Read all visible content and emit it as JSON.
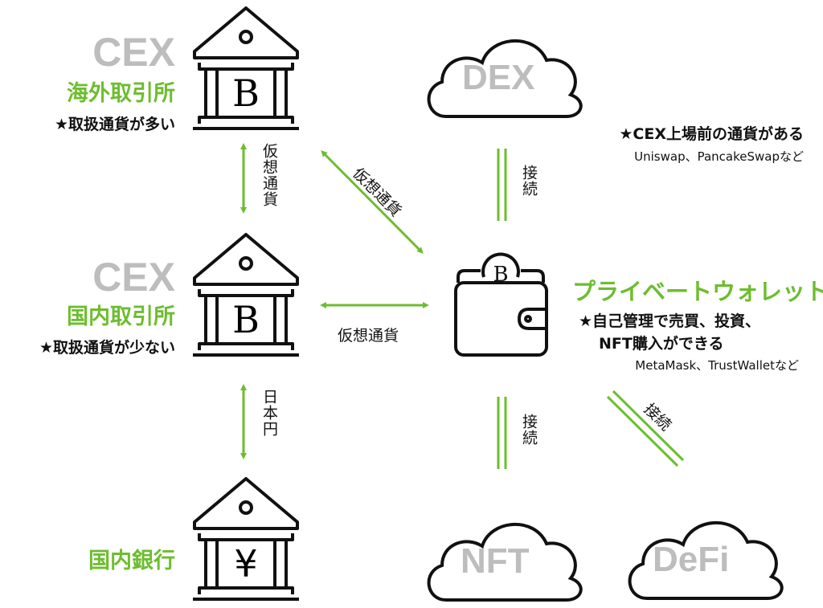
{
  "colors": {
    "accent": "#6dbd2f",
    "muted": "#bdbdbd",
    "ink": "#111111"
  },
  "cex_overseas": {
    "type": "CEX",
    "name": "海外取引所",
    "note": "★取扱通貨が多い",
    "icon": "bank-bitcoin-icon"
  },
  "cex_domestic": {
    "type": "CEX",
    "name": "国内取引所",
    "note": "★取扱通貨が少ない",
    "icon": "bank-bitcoin-icon"
  },
  "bank": {
    "name": "国内銀行",
    "icon": "bank-yen-icon",
    "symbol": "¥"
  },
  "dex": {
    "label": "DEX",
    "note": "★CEX上場前の通貨がある",
    "examples": "Uniswap、PancakeSwapなど"
  },
  "wallet": {
    "name": "プライベートウォレット",
    "note1": "★自己管理で売買、投資、",
    "note2": "NFT購入ができる",
    "examples": "MetaMask、TrustWalletなど",
    "icon": "wallet-bitcoin-icon"
  },
  "nft": {
    "label": "NFT"
  },
  "defi": {
    "label": "DeFi"
  },
  "links": {
    "crypto": "仮想通貨",
    "connect": "接続",
    "yen": "日本円"
  },
  "btc_symbol": "B"
}
